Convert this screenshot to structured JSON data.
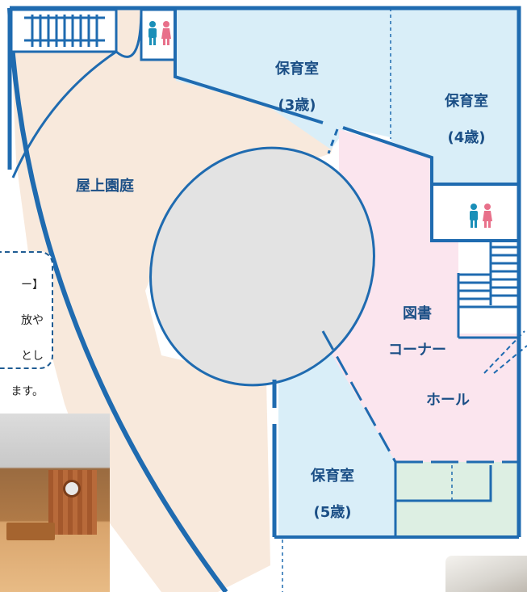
{
  "rooms": {
    "hoiku3": {
      "line1": "保育室",
      "line2": "(3歳)"
    },
    "hoiku4": {
      "line1": "保育室",
      "line2": "(4歳)"
    },
    "hoiku5": {
      "line1": "保育室",
      "line2": "(5歳)"
    },
    "rooftop_garden": "屋上園庭",
    "library": {
      "line1": "図書",
      "line2": "コーナー"
    },
    "hall": "ホール"
  },
  "callout": {
    "line1": "ー】",
    "line2": "放や",
    "line3": "とし",
    "line4": "ます。"
  },
  "icons": {
    "restroom_top": "restroom-icon",
    "restroom_right": "restroom-icon",
    "stairs_top_left": "stairs-icon",
    "stairs_right": "stairs-icon"
  },
  "colors": {
    "wall": "#1f6bb0",
    "rooftop_garden": "#f8e9dc",
    "nursery_room": "#d9eef8",
    "hall": "#fbe5ee",
    "green_area": "#ddefe3",
    "oval": "#e3e3e3",
    "label": "#1b4f86",
    "man": "#1a8fb8",
    "woman": "#e8708a"
  }
}
